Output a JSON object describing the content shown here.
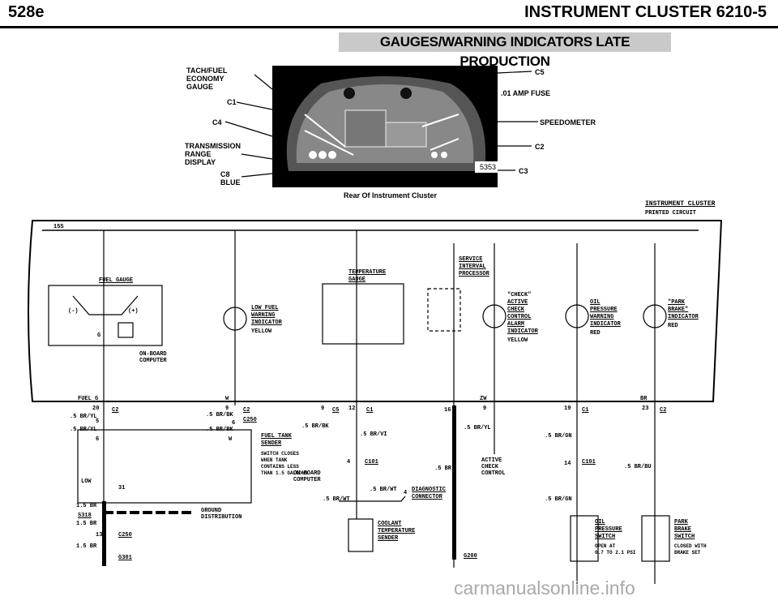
{
  "header": {
    "left": "528e",
    "right": "INSTRUMENT CLUSTER  6210-5"
  },
  "banner": "GAUGES/WARNING INDICATORS LATE PRODUCTION",
  "photo": {
    "caption": "Rear Of Instrument Cluster",
    "code": "5353",
    "callouts_left": [
      "TACH/FUEL\nECONOMY\nGAUGE",
      "C1",
      "C4",
      "TRANSMISSION\nRANGE\nDISPLAY",
      "C8\nBLUE"
    ],
    "callouts_right": [
      "C5",
      ".01 AMP FUSE",
      "SPEEDOMETER",
      "C2",
      "C3"
    ]
  },
  "pcb": {
    "title": "INSTRUMENT CLUSTER",
    "subtitle": "PRINTED CIRCUIT",
    "wire_top": "15S"
  },
  "blocks": {
    "fuel_gauge": "FUEL GAUGE",
    "plus": "(+)",
    "minus": "(-)",
    "g": "G",
    "onboard": "ON-BOARD\nCOMPUTER",
    "low_fuel": [
      "LOW FUEL",
      "WARNING",
      "INDICATOR"
    ],
    "low_fuel_color": "YELLOW",
    "temp_gauge": [
      "TEMPERATURE",
      "GAUGE"
    ],
    "service": [
      "SERVICE",
      "INTERVAL",
      "PROCESSOR"
    ],
    "check": [
      "\"CHECK\"",
      "ACTIVE",
      "CHECK",
      "CONTROL",
      "ALARM",
      "INDICATOR"
    ],
    "check_color": "YELLOW",
    "oil": [
      "OIL",
      "PRESSURE",
      "WARNING",
      "INDICATOR"
    ],
    "oil_color": "RED",
    "park": [
      "\"PARK",
      "BRAKE\"",
      "INDICATOR"
    ],
    "park_color": "RED"
  },
  "wires": {
    "fuel_g": "FUEL G",
    "w": "W",
    "zw": "ZW",
    "br": "BR",
    "p20": "20",
    "c2a": "C2",
    "br_yl": ".5 BR/YL",
    "br_yl2": ".5 BR/YL",
    "p5": "5",
    "p9a": "9",
    "c2b": "C2",
    ".5brbk": ".5 BR/BK",
    "c250": "C250",
    "p6": "6",
    ".5brbk2": ".5 BR/BK",
    "p9b": "9",
    "c5": "C5",
    "p12": "12",
    "c1": "C1",
    ".5brbk3": ".5 BR/BK",
    ".5brvi": ".5 BR/VI",
    "p16": "16",
    "p9c": "9",
    "p19": "19",
    "c1b": "C1",
    "p23": "23",
    "c2c": "C2",
    ".5bryl3": ".5 BR/YL",
    ".5brgn": ".5 BR/GN",
    "p4": "4",
    "c101": "C101",
    ".5br": ".5 BR",
    "p14": "14",
    "c101b": "C101",
    ".5brbu": ".5 BR/BU",
    ".5brwt": ".5 BR/WT",
    ".5brwt2": ".5 BR/WT",
    "p4b": "4",
    "diag": [
      "DIAGNOSTIC",
      "CONNECTOR"
    ],
    ".5brgn2": ".5 BR/GN",
    "active": "ACTIVE\nCHECK\nCONTROL",
    "onboard2": "ON-BOARD\nCOMPUTER"
  },
  "sender": {
    "title": [
      "FUEL TANK",
      "SENDER"
    ],
    "note": "SWITCH CLOSES\nWHEN TANK\nCONTAINS LESS\nTHAN 1.5 GALLONS",
    "low": "LOW",
    "p31": "31",
    "p6b": "6",
    "pw": "W"
  },
  "ground": {
    "g1": "1.5 BR",
    "s318": "S318",
    "g2": "1.5 BR",
    "p13": "13",
    "c250": "C250",
    "g3": "1.5 BR",
    "g301": "G301",
    "dist": "GROUND\nDISTRIBUTION",
    "g200": "G200"
  },
  "coolant": [
    "COOLANT",
    "TEMPERATURE",
    "SENDER"
  ],
  "oil_sw": {
    "t": [
      "OIL",
      "PRESSURE",
      "SWITCH"
    ],
    "n": "OPEN AT\n0.7 TO 2.1 PSI"
  },
  "park_sw": {
    "t": [
      "PARK",
      "BRAKE",
      "SWITCH"
    ],
    "n": "CLOSED WITH\nBRAKE SET"
  },
  "watermark": "carmanualsonline.info"
}
